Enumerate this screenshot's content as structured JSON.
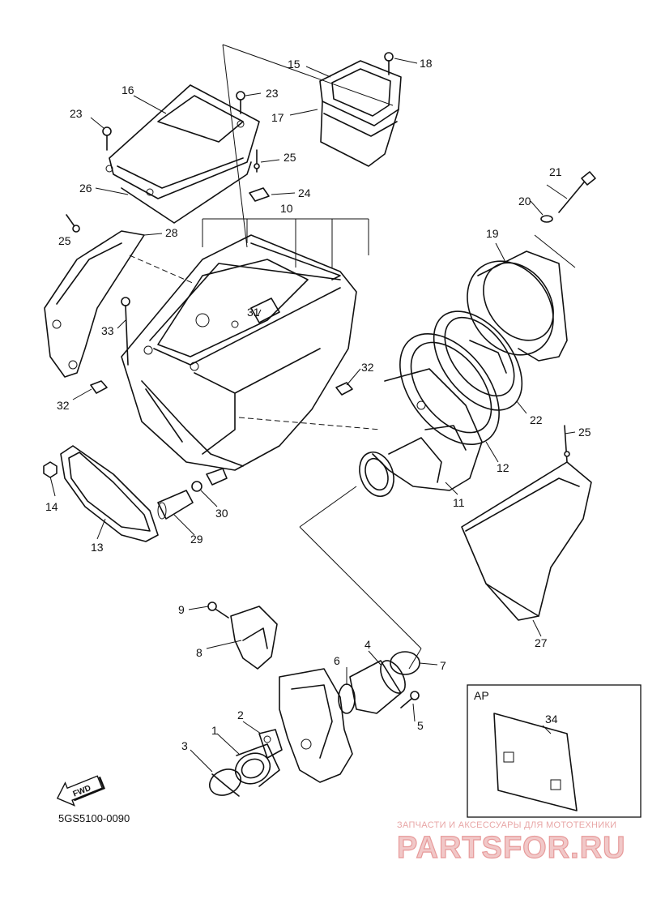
{
  "labels": {
    "p1": "1",
    "p2": "2",
    "p3": "3",
    "p4": "4",
    "p5": "5",
    "p6": "6",
    "p7": "7",
    "p8": "8",
    "p9": "9",
    "p10": "10",
    "p11": "11",
    "p12": "12",
    "p13": "13",
    "p14": "14",
    "p15": "15",
    "p16": "16",
    "p17": "17",
    "p18": "18",
    "p19": "19",
    "p20": "20",
    "p21": "21",
    "p22": "22",
    "p23a": "23",
    "p23b": "23",
    "p24": "24",
    "p25a": "25",
    "p25b": "25",
    "p25c": "25",
    "p26": "26",
    "p27": "27",
    "p28": "28",
    "p29": "29",
    "p30": "30",
    "p31": "31",
    "p32a": "32",
    "p32b": "32",
    "p33": "33",
    "p34": "34"
  },
  "inset_label": "AP",
  "fwd_label": "FWD",
  "diagram_code": "5GS5100-0090",
  "watermark": {
    "subtitle": "ЗАПЧАСТИ И АКСЕССУАРЫ ДЛЯ МОТОТЕХНИКИ",
    "brand": "PARTSFOR.RU"
  },
  "colors": {
    "line": "#111111",
    "watermark_fill": "#f1c8c8",
    "watermark_stroke": "#e79a9a"
  }
}
